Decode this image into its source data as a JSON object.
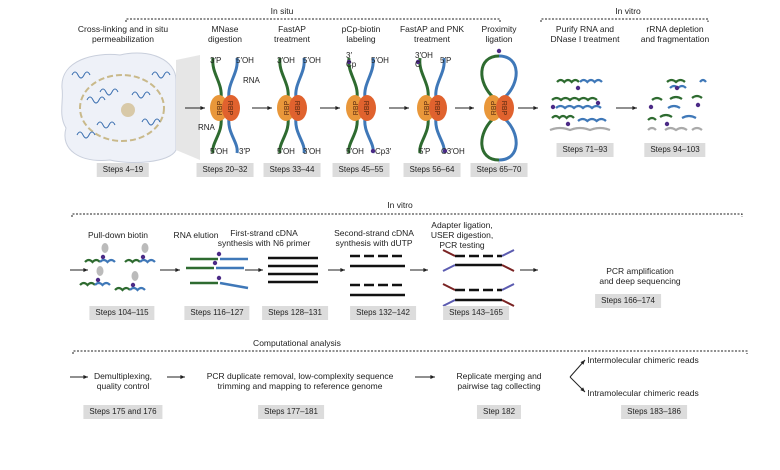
{
  "sections": {
    "in_situ": "In situ",
    "in_vitro_1": "In vitro",
    "in_vitro_2": "In vitro",
    "computational": "Computational analysis"
  },
  "row1": [
    {
      "title": "Cross-linking and in situ\npermeabilization",
      "steps": "Steps 4–19"
    },
    {
      "title": "MNase\ndigestion",
      "steps": "Steps 20–32",
      "labels": [
        "3′P",
        "5′OH",
        "RNA",
        "RNA",
        "5′OH",
        "3′P"
      ]
    },
    {
      "title": "FastAP\ntreatment",
      "steps": "Steps 33–44",
      "labels": [
        "3′OH",
        "5′OH",
        "5′OH",
        "3′OH"
      ]
    },
    {
      "title": "pCp-biotin\nlabeling",
      "steps": "Steps 45–55",
      "labels": [
        "3′\nCp",
        "5′OH",
        "5′OH",
        "Cp3′"
      ]
    },
    {
      "title": "FastAP and PNK\ntreatment",
      "steps": "Steps 56–64",
      "labels": [
        "3′OH\nC",
        "5′P",
        "5′P",
        "C3′OH"
      ]
    },
    {
      "title": "Proximity\nligation",
      "steps": "Steps 65–70"
    },
    {
      "title": "Purify RNA and\nDNase I treatment",
      "steps": "Steps 71–93"
    },
    {
      "title": "rRNA depletion\nand fragmentation",
      "steps": "Steps 94–103"
    }
  ],
  "protein_label": "RBP",
  "row2": [
    {
      "title": "Pull-down biotin",
      "steps": "Steps 104–115"
    },
    {
      "title": "RNA elution",
      "steps": "Steps 116–127"
    },
    {
      "title": "First-strand cDNA\nsynthesis with N6 primer",
      "steps": "Steps 128–131"
    },
    {
      "title": "Second-strand cDNA\nsynthesis with dUTP",
      "steps": "Steps 132–142"
    },
    {
      "title": "Adapter ligation,\nUSER digestion,\nPCR testing",
      "steps": "Steps 143–165"
    },
    {
      "title": "PCR amplification\nand deep sequencing",
      "steps": "Steps 166–174"
    }
  ],
  "row3": [
    {
      "title": "Demultiplexing,\nquality control",
      "steps": "Steps 175 and 176"
    },
    {
      "title": "PCR duplicate removal, low-complexity sequence\ntrimming and mapping to reference genome",
      "steps": "Steps 177–181"
    },
    {
      "title": "Replicate merging and\npairwise tag collecting",
      "steps": "Step 182"
    },
    {
      "title": "Intermolecular chimeric reads"
    },
    {
      "title": "Intramolecular chimeric reads",
      "steps": "Steps 183–186"
    }
  ],
  "colors": {
    "green": "#2e6b30",
    "blue": "#3f78b8",
    "rbp_left": "#e9973a",
    "rbp_right": "#e0622e",
    "biotin": "#4b2a86",
    "step_bg": "#dcdcdc",
    "adapter_red": "#7a2323",
    "adapter_blue": "#5b5bb0"
  }
}
